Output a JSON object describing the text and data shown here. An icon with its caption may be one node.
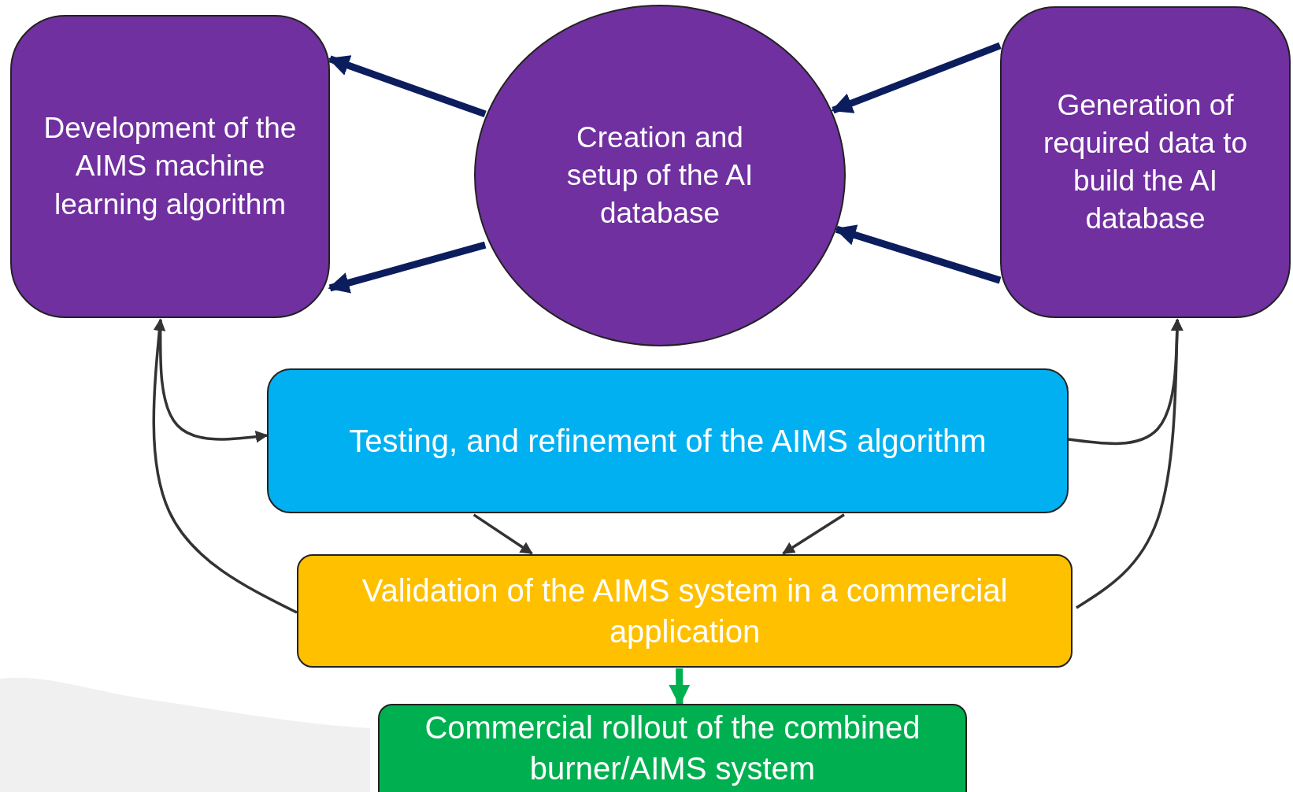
{
  "diagram": {
    "nodes": [
      {
        "text": [
          "Development of the AIMS machine learning algorithm"
        ]
      },
      {
        "text": [
          "Creation and setup of the AI database"
        ]
      },
      {
        "text": [
          "Generation of required data to build the AI database"
        ]
      },
      {
        "text": [
          "Testing, and refinement of the AIMS algorithm"
        ]
      },
      {
        "text": [
          "Validation of the AIMS system in a commercial application"
        ]
      },
      {
        "text": [
          "Commercial rollout of the combined burner/AIMS system"
        ]
      }
    ],
    "edges": [
      {
        "from": 1,
        "to": 0,
        "arrow": "to",
        "style": "thick",
        "color": "#0c1d5e"
      },
      {
        "from": 1,
        "to": 0,
        "arrow": "to",
        "style": "thick",
        "color": "#0c1d5e"
      },
      {
        "from": 2,
        "to": 1,
        "arrow": "to",
        "style": "thick",
        "color": "#0c1d5e"
      },
      {
        "from": 2,
        "to": 1,
        "arrow": "to",
        "style": "thick",
        "color": "#0c1d5e"
      },
      {
        "from": 4,
        "to": 0,
        "arrow": "to"
      },
      {
        "from": 0,
        "to": 3,
        "arrow": "to"
      },
      {
        "from": 3,
        "to": 2,
        "arrow": "to"
      },
      {
        "from": 4,
        "to": 2,
        "arrow": "to"
      },
      {
        "from": 3,
        "to": 4,
        "arrow": "to"
      },
      {
        "from": 3,
        "to": 4,
        "arrow": "to"
      },
      {
        "from": 4,
        "to": 5,
        "arrow": "to",
        "style": "thick",
        "color": "#00b050"
      }
    ]
  }
}
